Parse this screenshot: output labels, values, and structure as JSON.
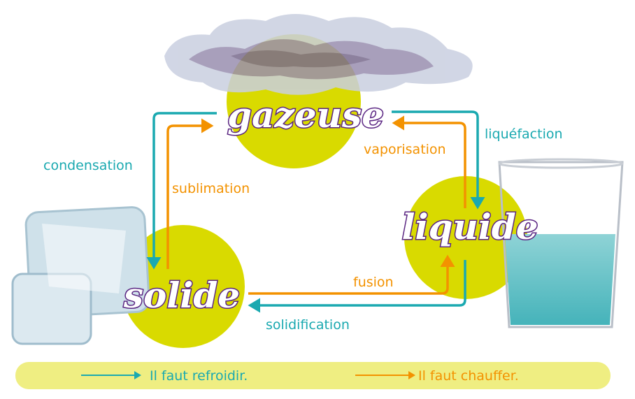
{
  "states": {
    "gas": "gazeuse",
    "liquid": "liquide",
    "solid": "solide"
  },
  "transitions": {
    "condensation": "condensation",
    "sublimation": "sublimation",
    "vaporisation": "vaporisation",
    "liquefaction": "liquéfaction",
    "fusion": "fusion",
    "solidification": "solidification"
  },
  "legend": {
    "cool": "Il faut refroidir.",
    "heat": "Il faut chauffer."
  },
  "colors": {
    "cool": "#1aa9b0",
    "heat": "#f39200",
    "circle": "#d9da00",
    "legend_bg": "#efee82",
    "state_outline": "#5a2582"
  }
}
